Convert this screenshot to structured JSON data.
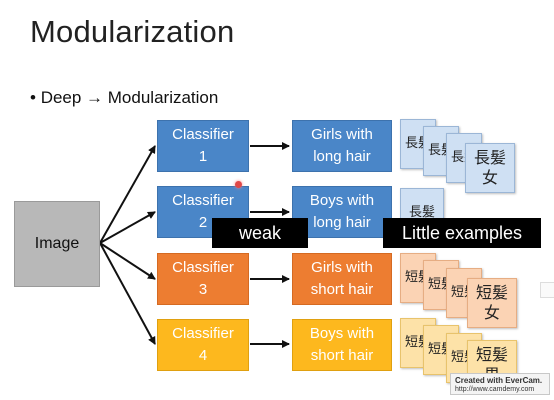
{
  "slide": {
    "title": "Modularization",
    "bullet": "Deep → Modularization"
  },
  "image_node": {
    "label": "Image"
  },
  "classifiers": [
    {
      "label": "Classifier\n1",
      "color": "#4a86c8"
    },
    {
      "label": "Classifier\n2",
      "color": "#4a86c8"
    },
    {
      "label": "Classifier\n3",
      "color": "#ed7d31"
    },
    {
      "label": "Classifier\n4",
      "color": "#fdb81e"
    }
  ],
  "groups": [
    {
      "label": "Girls with\nlong hair",
      "color": "#4a86c8"
    },
    {
      "label": "Boys with\nlong hair",
      "color": "#4a86c8"
    },
    {
      "label": "Girls with\nshort hair",
      "color": "#ed7d31"
    },
    {
      "label": "Boys with\nshort hair",
      "color": "#fdb81e"
    }
  ],
  "cards": {
    "long_hair": "長髪",
    "long_hair_girl": "長髪\n女",
    "short_hair": "短髪",
    "short_hair_girl": "短髪\n女",
    "short_hair_boy": "短髪\n男"
  },
  "overlays": {
    "weak": "weak",
    "little_examples": "Little examples"
  },
  "watermark": {
    "line1": "Created with EverCam.",
    "line2": "http://www.camdemy.com"
  }
}
